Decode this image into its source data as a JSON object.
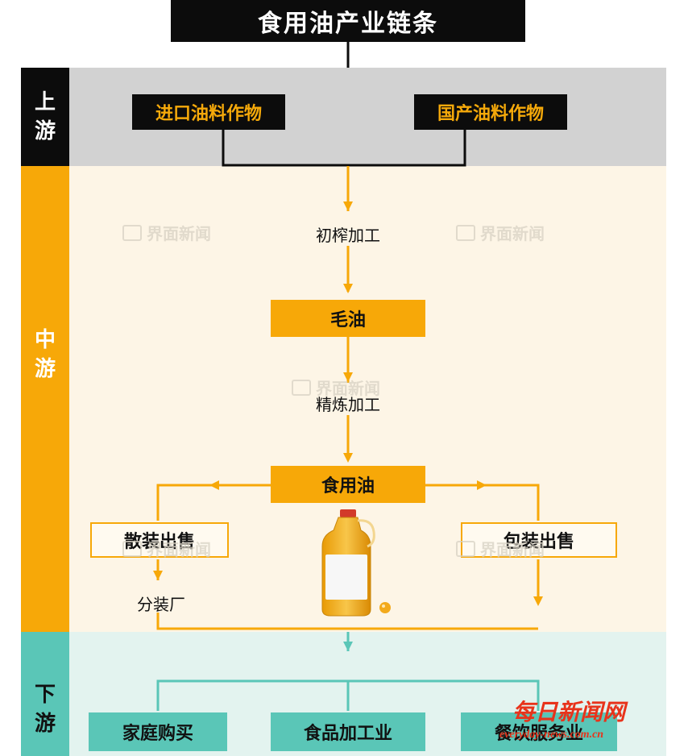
{
  "title": "食用油产业链条",
  "stages": {
    "upstream": [
      "上",
      "游"
    ],
    "midstream": [
      "中",
      "游"
    ],
    "downstream": [
      "下",
      "游"
    ]
  },
  "upstream": {
    "imported": "进口油料作物",
    "domestic": "国产油料作物"
  },
  "midstream": {
    "step_press": "初榨加工",
    "crude_oil": "毛油",
    "step_refine": "精炼加工",
    "edible_oil": "食用油",
    "bulk_sale": "散装出售",
    "packaged_sale": "包装出售",
    "repackaging_plant": "分装厂"
  },
  "downstream": {
    "household": "家庭购买",
    "food_processing": "食品加工业",
    "catering": "餐饮服务业"
  },
  "watermarks": {
    "source": "界面新闻",
    "corner_main": "每日新闻网",
    "corner_url": "everyday-news.com.cn"
  },
  "colors": {
    "orange": "#f7a808",
    "black": "#0c0c0c",
    "teal": "#5ac6b7",
    "upstream_band": "#d2d2d2",
    "midstream_band": "#fdf5e6",
    "downstream_band": "#e3f3ef"
  }
}
